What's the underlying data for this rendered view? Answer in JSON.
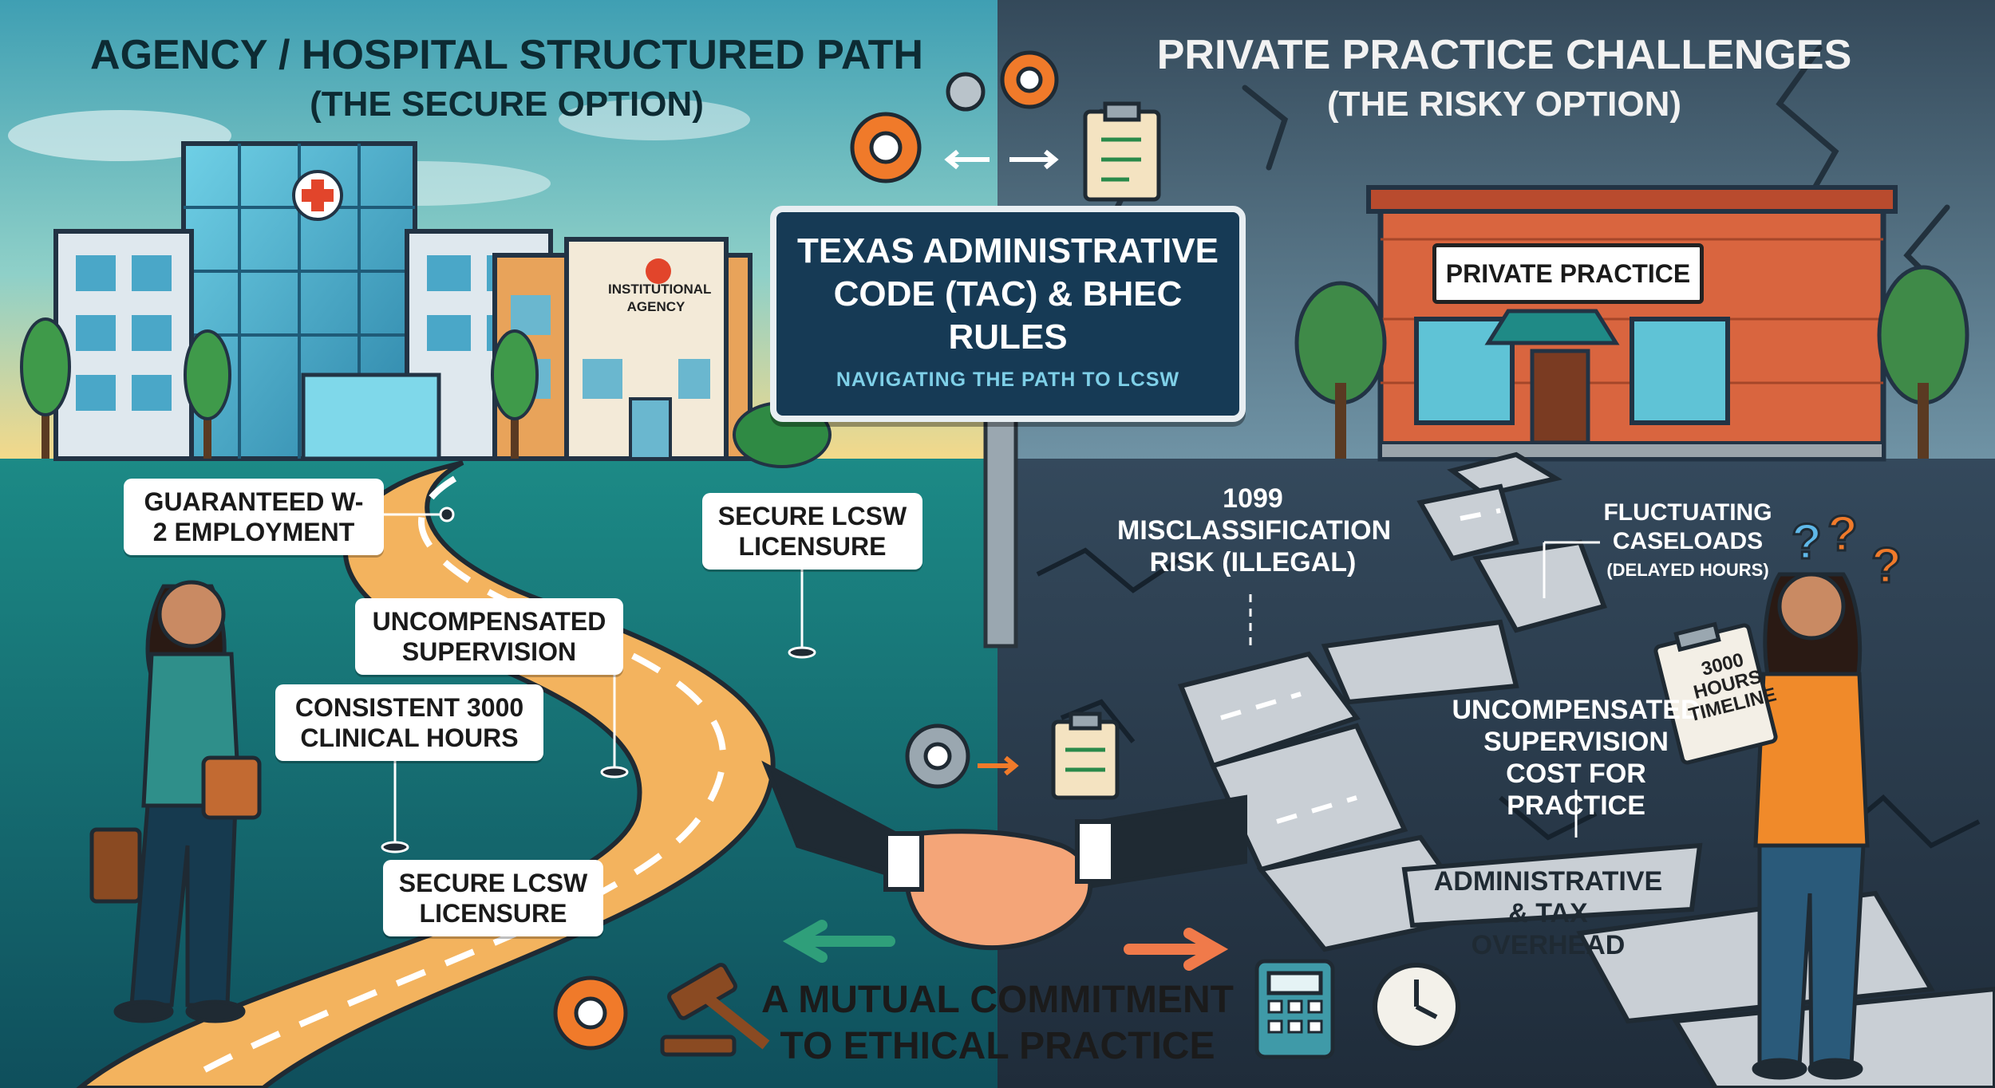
{
  "left_panel": {
    "heading_line1": "AGENCY / HOSPITAL STRUCTURED PATH",
    "heading_line2": "(THE SECURE OPTION)",
    "agency_sign": "INSTITUTIONAL AGENCY",
    "labels": {
      "w2": "GUARANTEED W-2 EMPLOYMENT",
      "supervision": "UNCOMPENSATED SUPERVISION",
      "hours": "CONSISTENT 3000 CLINICAL HOURS",
      "licensure_top": "SECURE LCSW LICENSURE",
      "licensure_bottom": "SECURE LCSW LICENSURE"
    }
  },
  "right_panel": {
    "heading_line1": "PRIVATE PRACTICE CHALLENGES",
    "heading_line2": "(THE RISKY OPTION)",
    "building_sign": "PRIVATE PRACTICE",
    "clipboard_text": "3000 HOURS TIMELINE",
    "labels": {
      "misclassification": "1099 MISCLASSIFICATION RISK (ILLEGAL)",
      "caseloads": "FLUCTUATING CASELOADS",
      "caseloads_sub": "(DELAYED HOURS)",
      "supervision_cost": "UNCOMPENSATED SUPERVISION COST FOR PRACTICE",
      "overhead": "ADMINISTRATIVE & TAX OVERHEAD"
    }
  },
  "center_sign": {
    "title": "TEXAS ADMINISTRATIVE CODE (TAC) & BHEC RULES",
    "subtitle": "NAVIGATING THE PATH TO LCSW"
  },
  "bottom_caption": "A MUTUAL COMMITMENT TO ETHICAL PRACTICE",
  "icons": [
    "gear-icon",
    "clipboard-icon",
    "handshake-icon",
    "gavel-icon",
    "calculator-icon",
    "clock-icon",
    "arrow-icon",
    "question-mark-icon"
  ],
  "colors": {
    "left_sky": "#5fb8c4",
    "left_ground": "#1f8a86",
    "road": "#f4b860",
    "right_sky": "#4e6f80",
    "right_ground": "#2b3d4e",
    "sign_bg": "#163a55",
    "gear": "#f07a2a"
  }
}
